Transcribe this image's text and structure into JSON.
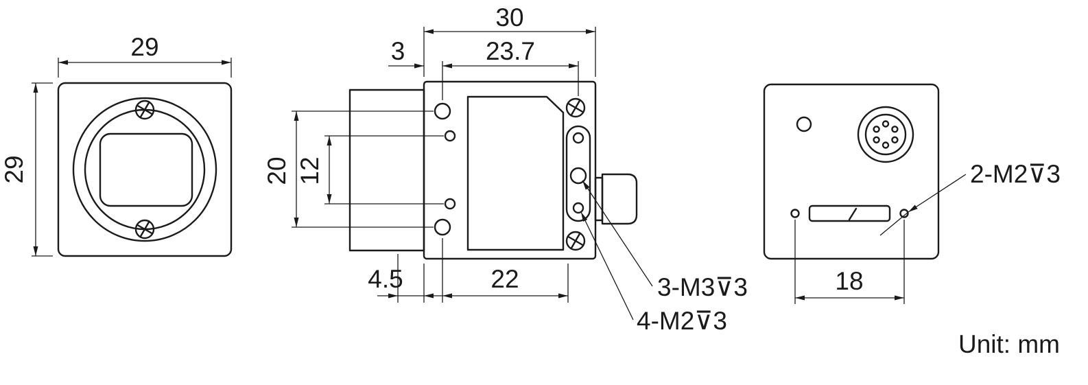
{
  "drawing_type": "camera-mechanical-dimension-drawing",
  "line_color": "#1a1a1a",
  "unit_label": "Unit: mm",
  "front": {
    "dim_width": "29",
    "dim_height": "29"
  },
  "side": {
    "dim_overall_width": "30",
    "dim_hole_offset": "3",
    "dim_hole_span": "23.7",
    "dim_outer_hole_spacing": "20",
    "dim_inner_hole_spacing": "12",
    "dim_flange_depth": "4.5",
    "dim_bottom_hole_span": "22",
    "label_m3_holes": "3-M3⊽3",
    "label_m2_holes": "4-M2⊽3"
  },
  "back": {
    "label_m2_holes": "2-M2⊽3",
    "dim_hole_span": "18"
  }
}
